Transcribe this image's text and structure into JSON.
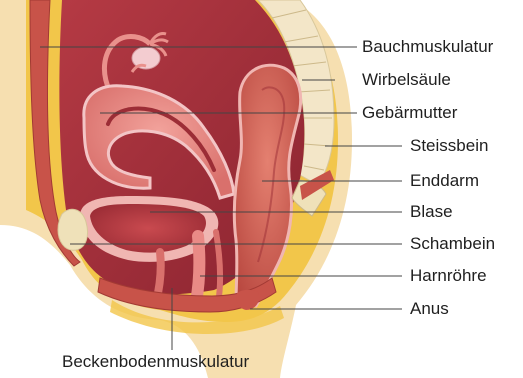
{
  "labels": [
    "Bauchmuskulatur",
    "Wirbelsäule",
    "Gebärmutter",
    "Steissbein",
    "Enddarm",
    "Blase",
    "Schambein",
    "Harnröhre",
    "Anus",
    "Beckenbodenmuskulatur"
  ],
  "colors": {
    "background": "#ffffff",
    "skin": "#f6dfb0",
    "fat": "#f2c64a",
    "cavity": "#a8333d",
    "cavity_dark": "#8b2430",
    "organ_pink": "#e98a86",
    "organ_inner": "#b63b45",
    "muscle": "#c85349",
    "spine": "#f3e6c8",
    "bone": "#efe1b9",
    "leader_line": "#444444",
    "text": "#1f1f1f"
  }
}
